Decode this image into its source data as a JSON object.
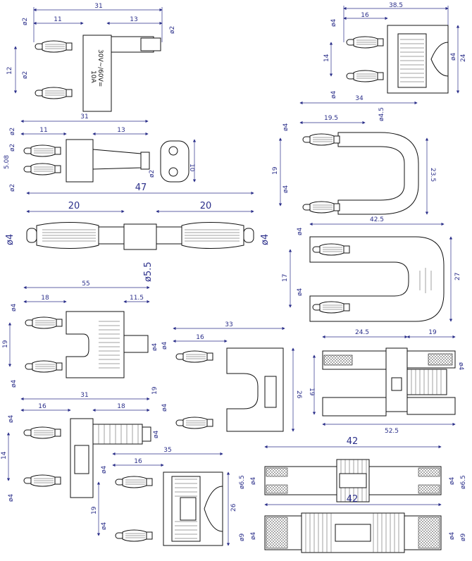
{
  "drawings": [
    {
      "id": "d1",
      "dims": [
        "31",
        "11",
        "13",
        "ø2",
        "ø2",
        "ø2",
        "12"
      ],
      "label_lines": [
        "30V~/60V=",
        "10A"
      ]
    },
    {
      "id": "d2",
      "dims": [
        "38.5",
        "16",
        "ø4",
        "ø4",
        "14",
        "ø4",
        "24"
      ]
    },
    {
      "id": "d3",
      "dims": [
        "31",
        "11",
        "13",
        "ø2",
        "ø2",
        "5.08",
        "10",
        "ø2"
      ]
    },
    {
      "id": "d4",
      "dims": [
        "34",
        "19.5",
        "ø4.5",
        "ø4",
        "19",
        "ø4",
        "23.5"
      ]
    },
    {
      "id": "d5",
      "dims": [
        "47",
        "20",
        "20",
        "ø4",
        "ø4",
        "ø5.5"
      ]
    },
    {
      "id": "d6",
      "dims": [
        "42.5",
        "ø4",
        "17",
        "ø4",
        "27"
      ]
    },
    {
      "id": "d7",
      "dims": [
        "55",
        "18",
        "11.5",
        "ø4",
        "19",
        "ø4",
        "ø4"
      ]
    },
    {
      "id": "d8",
      "dims": [
        "33",
        "16",
        "ø4",
        "19",
        "ø4",
        "26"
      ]
    },
    {
      "id": "d9",
      "dims": [
        "24.5",
        "19",
        "ø4",
        "19",
        "52.5"
      ]
    },
    {
      "id": "d10",
      "dims": [
        "31",
        "16",
        "18",
        "ø4",
        "14",
        "ø4",
        "ø4"
      ]
    },
    {
      "id": "d11",
      "dims": [
        "35",
        "16",
        "ø4",
        "19",
        "ø4",
        "26"
      ]
    },
    {
      "id": "d12",
      "dims": [
        "42",
        "ø6.5",
        "ø4",
        "ø4",
        "ø6.5"
      ]
    },
    {
      "id": "d13",
      "dims": [
        "42",
        "ø9",
        "ø4",
        "ø4",
        "ø9"
      ]
    }
  ]
}
